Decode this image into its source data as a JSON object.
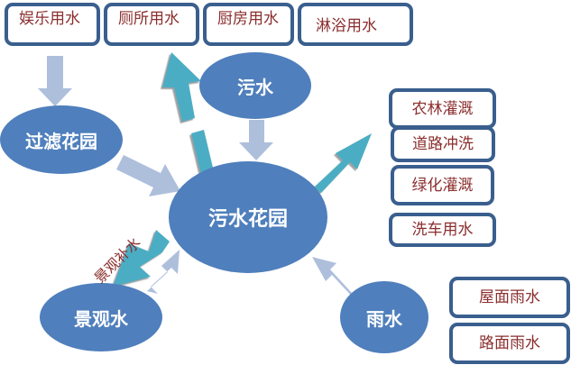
{
  "colors": {
    "node_fill": "#4f7fbc",
    "box_border": "#3a5f8e",
    "box_text": "#8b2e2e",
    "light_arrow": "#aebfdc",
    "teal_arrow": "#4badc4"
  },
  "top_boxes": [
    {
      "label": "娱乐用水"
    },
    {
      "label": "厕所用水"
    },
    {
      "label": "厨房用水"
    },
    {
      "label": "淋浴用水"
    }
  ],
  "nodes": {
    "sewage": "污水",
    "filter_garden": "过滤花园",
    "sewage_garden": "污水花园",
    "landscape_water": "景观水",
    "rain_water": "雨水"
  },
  "reuse_boxes": [
    {
      "label": "农林灌溉"
    },
    {
      "label": "道路冲洗"
    },
    {
      "label": "绿化灌溉"
    },
    {
      "label": "洗车用水"
    }
  ],
  "rain_boxes": [
    {
      "label": "屋面雨水"
    },
    {
      "label": "路面雨水"
    }
  ],
  "arrow_label": "景观补水"
}
